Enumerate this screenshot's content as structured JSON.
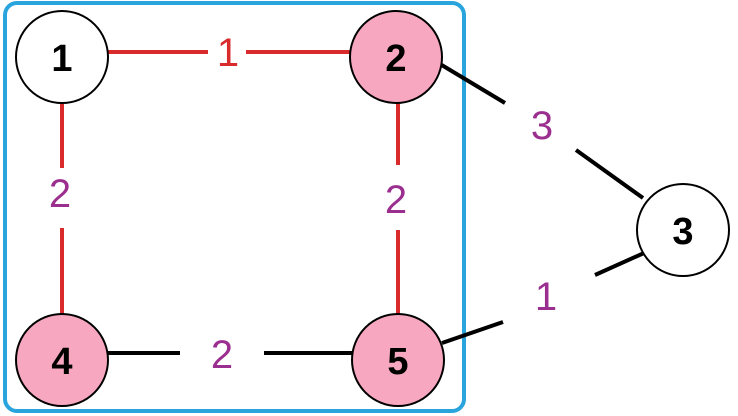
{
  "colors": {
    "frame": "#2aa4dc",
    "highlight_edge": "#d92b2b",
    "normal_edge": "#000000",
    "highlight_node": "#f7a8c0",
    "normal_node": "#ffffff",
    "node_stroke": "#000000",
    "weight_text_purple": "#9b2f8f",
    "weight_text_red": "#d92b2b"
  },
  "nodes": [
    {
      "id": "1",
      "label": "1",
      "highlighted": false
    },
    {
      "id": "2",
      "label": "2",
      "highlighted": true
    },
    {
      "id": "3",
      "label": "3",
      "highlighted": false
    },
    {
      "id": "4",
      "label": "4",
      "highlighted": true
    },
    {
      "id": "5",
      "label": "5",
      "highlighted": true
    }
  ],
  "edges": [
    {
      "from": "1",
      "to": "2",
      "weight": "1",
      "highlighted": true
    },
    {
      "from": "1",
      "to": "4",
      "weight": "2",
      "highlighted": true
    },
    {
      "from": "2",
      "to": "5",
      "weight": "2",
      "highlighted": true
    },
    {
      "from": "4",
      "to": "5",
      "weight": "2",
      "highlighted": false
    },
    {
      "from": "2",
      "to": "3",
      "weight": "3",
      "highlighted": false
    },
    {
      "from": "5",
      "to": "3",
      "weight": "1",
      "highlighted": false
    }
  ]
}
